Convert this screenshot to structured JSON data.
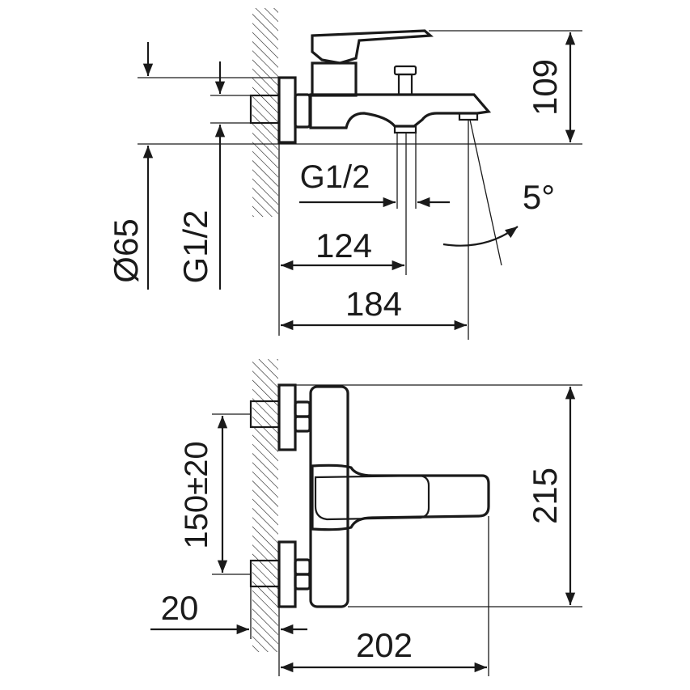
{
  "drawing": {
    "stroke_color": "#1a1a1a",
    "background": "#ffffff",
    "side_view": {
      "dim_height": "109",
      "dim_outlet_thread": "G1/2",
      "dim_outlet_distance": "124",
      "dim_total_reach": "184",
      "dim_angle": "5°",
      "dim_wall_flange": "Ø65",
      "dim_inlet_thread": "G1/2"
    },
    "top_view": {
      "dim_inlet_spacing": "150±20",
      "dim_width": "215",
      "dim_wall_offset": "20",
      "dim_depth": "202"
    }
  }
}
